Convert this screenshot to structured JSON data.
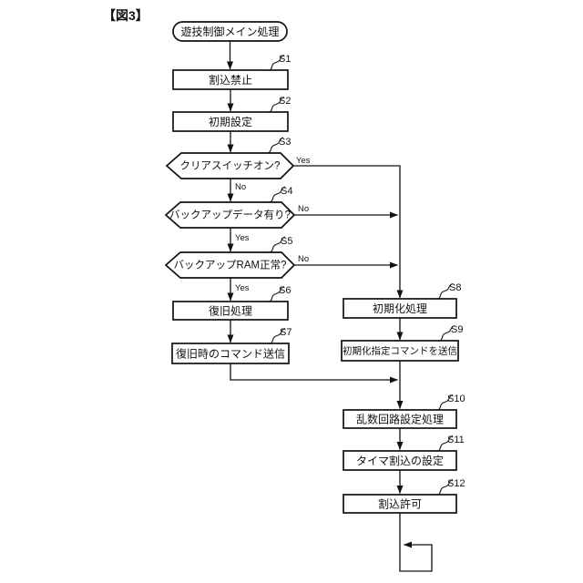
{
  "figure_label": "【図3】",
  "flow": {
    "start": {
      "text": "遊技制御メイン処理"
    },
    "s1": {
      "id": "S1",
      "text": "割込禁止"
    },
    "s2": {
      "id": "S2",
      "text": "初期設定"
    },
    "s3": {
      "id": "S3",
      "text": "クリアスイッチオン?",
      "yes": "Yes",
      "no": "No"
    },
    "s4": {
      "id": "S4",
      "text": "バックアップデータ有り?",
      "yes": "Yes",
      "no": "No"
    },
    "s5": {
      "id": "S5",
      "text": "バックアップRAM正常?",
      "yes": "Yes",
      "no": "No"
    },
    "s6": {
      "id": "S6",
      "text": "復旧処理"
    },
    "s7": {
      "id": "S7",
      "text": "復旧時のコマンド送信"
    },
    "s8": {
      "id": "S8",
      "text": "初期化処理"
    },
    "s9": {
      "id": "S9",
      "text": "初期化指定コマンドを送信"
    },
    "s10": {
      "id": "S10",
      "text": "乱数回路設定処理"
    },
    "s11": {
      "id": "S11",
      "text": "タイマ割込の設定"
    },
    "s12": {
      "id": "S12",
      "text": "割込許可"
    }
  },
  "colors": {
    "line": "#111111",
    "background": "#ffffff"
  }
}
